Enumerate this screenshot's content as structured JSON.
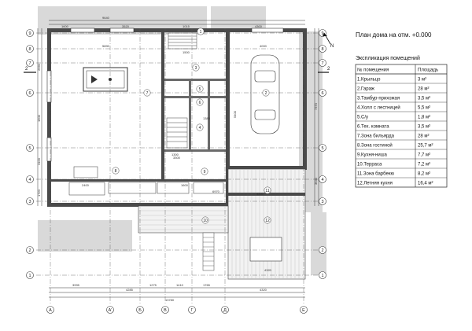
{
  "title": "План дома на отм. +0.000",
  "schedule": {
    "caption": "Экспликация помещений",
    "headers": [
      "№ помещения",
      "Площадь"
    ],
    "rows": [
      [
        "1.Крыльцо",
        "3 м²"
      ],
      [
        "2.Гараж",
        "28 м²"
      ],
      [
        "3.Тамбур-прихожая",
        "3,5 м²"
      ],
      [
        "4.Холл с лестницей",
        "5,5 м²"
      ],
      [
        "5.С/у",
        "1,8 м²"
      ],
      [
        "6.Тех. комната",
        "3,5 м²"
      ],
      [
        "7.Зона бильярда",
        "28 м²"
      ],
      [
        "8.Зона гостиной",
        "25,7 м²"
      ],
      [
        "9.Кухня-ниша",
        "7,7 м²"
      ],
      [
        "10.Терраса",
        "7,2 м²"
      ],
      [
        "11.Зона барбекю",
        "8,2 м²"
      ],
      [
        "12.Летняя кухня",
        "16,4 м²"
      ]
    ]
  },
  "north": "N",
  "section_mark": "2",
  "axes_rows": [
    "9",
    "8",
    "7",
    "6",
    "5",
    "4",
    "3",
    "2",
    "1"
  ],
  "axes_cols": [
    "А",
    "А'",
    "Б",
    "В",
    "Г",
    "Д",
    "Е"
  ],
  "room_numbers": [
    "1",
    "2",
    "3",
    "4",
    "5",
    "6",
    "7",
    "8",
    "9",
    "10",
    "11",
    "12"
  ],
  "dims_top": [
    "9640",
    "1600",
    "3520",
    "1015",
    "4300"
  ],
  "dims_bottom": [
    "3995",
    "4285",
    "1275",
    "1410",
    "1765",
    "4320",
    "13780"
  ],
  "dims_left": [
    "2960",
    "1900",
    "3100",
    "1720"
  ],
  "dims_right": [
    "7370",
    "3640"
  ],
  "dims_misc": [
    "5890",
    "1300",
    "2400",
    "3300",
    "1600",
    "4000",
    "1500",
    "1380",
    "5400",
    "6970",
    "4300",
    "4320"
  ]
}
